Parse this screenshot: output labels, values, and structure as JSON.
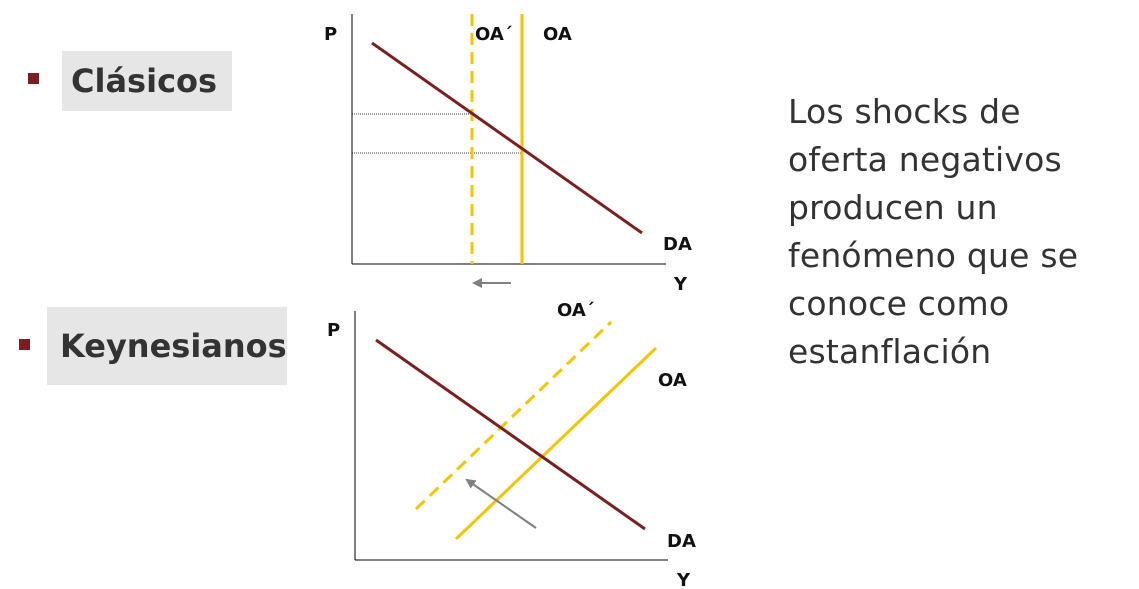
{
  "left_labels": {
    "classical": "Clásicos",
    "keynesian": "Keynesianos"
  },
  "top_graph": {
    "y_axis_label": "P",
    "x_axis_label": "Y",
    "shifted_supply_label": "OA´",
    "supply_label": "OA",
    "demand_label": "DA"
  },
  "bottom_graph": {
    "y_axis_label": "P",
    "x_axis_label": "Y",
    "shifted_supply_label": "OA´",
    "supply_label": "OA",
    "demand_label": "DA"
  },
  "statement": "Los shocks de oferta negativos producen un fenómeno que se conoce como estanflación",
  "colors": {
    "demand": "#7a1f1f",
    "supply": "#f2c500",
    "arrow": "#808080",
    "bullet": "#7a1f1f",
    "label_bg": "#e6e6e6"
  }
}
